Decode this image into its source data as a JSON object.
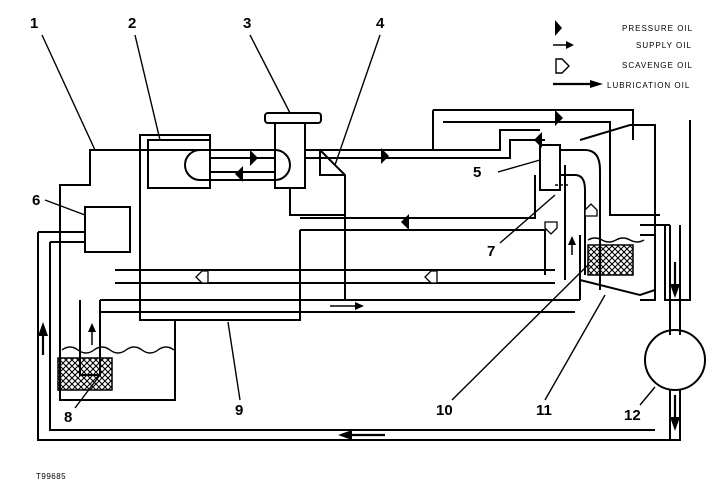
{
  "callouts": [
    "1",
    "2",
    "3",
    "4",
    "5",
    "6",
    "7",
    "8",
    "9",
    "10",
    "11",
    "12"
  ],
  "legend": {
    "pressure_oil": "PRESSURE OIL",
    "supply_oil": "SUPPLY OIL",
    "scavenge_oil": "SCAVENGE OIL",
    "lubrication_oil": "LUBRICATION OIL"
  },
  "figure_id": "T99685"
}
